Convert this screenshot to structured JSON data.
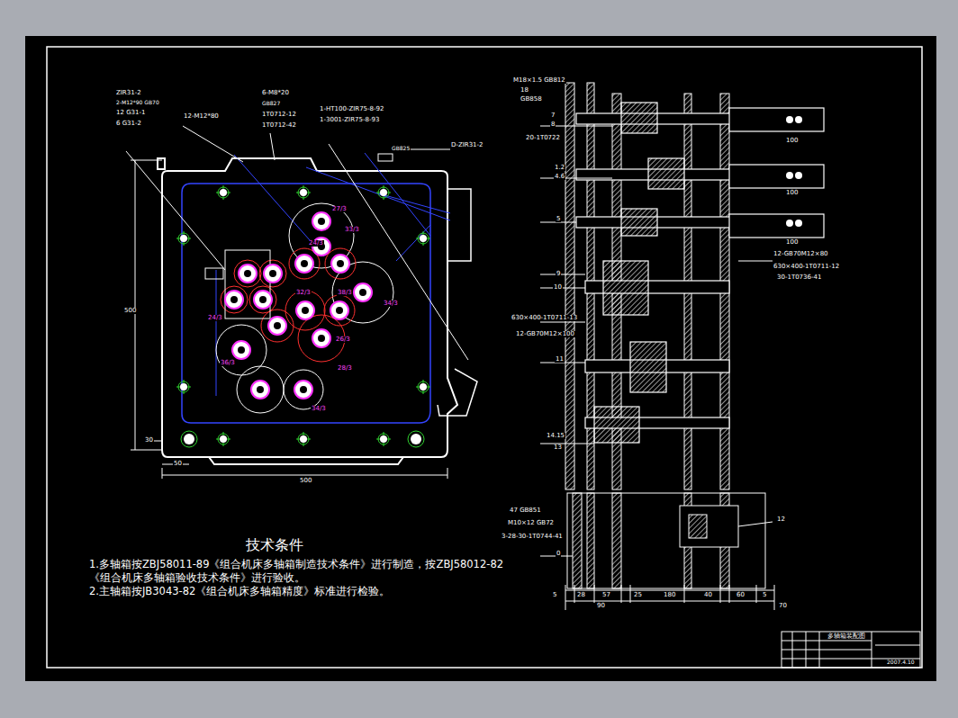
{
  "diagram": {
    "labels": [
      "ZIR31-2",
      "2-M12*90 GB70",
      "12 G31-1",
      "6 G31-2",
      "12-M12*80",
      "6-M8*20",
      "GB827",
      "1T0712-12",
      "1T0712-42",
      "1-HT100-ZIR75-8-92",
      "1-3001-ZIR75-8-93",
      "D-ZIR31-2",
      "GB825",
      "500",
      "500",
      "50",
      "30",
      "27/3",
      "33/3",
      "24/3",
      "32/3",
      "38/3",
      "34/3",
      "26/3",
      "24/3",
      "28/3",
      "34/3",
      "36/3",
      "技术条件",
      "1.多轴箱按ZBJ58011-89《组合机床多轴箱制造技术条件》进行制造，按ZBJ58012-82",
      "《组合机床多轴箱验收技术条件》进行验收。",
      "2.主轴箱按JB3043-82《组合机床多轴箱精度》标准进行检验。",
      "M18×1.5 GB812",
      "18",
      "GB858",
      "7",
      "8",
      "20-1T0722",
      "1.2",
      "4.6",
      "5",
      "9",
      "10",
      "630×400-1T0711-13",
      "12-GB70M12×100",
      "11",
      "14.15",
      "13",
      "47 GB851",
      "M10×12 GB72",
      "3-28-30-1T0744-41",
      "0",
      "12",
      "100",
      "100",
      "100",
      "12-GB70M12×80",
      "630×400-1T0711-12",
      "30-1T0736-41",
      "5",
      "28",
      "57",
      "25",
      "180",
      "40",
      "60",
      "5",
      "70",
      "90",
      "多轴箱装配图",
      "2007.4.10"
    ]
  }
}
